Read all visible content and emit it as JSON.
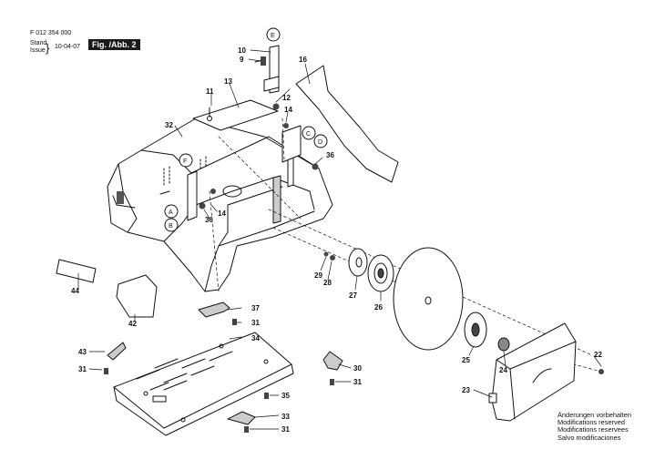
{
  "header": {
    "part_number": "F 012 354 000",
    "stand_label": "Stand",
    "issue_label": "Issue",
    "date": "10-04-07",
    "figure_label": "Fig. /Abb. 2"
  },
  "notice": {
    "lines": [
      "Änderungen vorbehalten",
      "Modifications reserved",
      "Modifications reservees",
      "Salvo modificaciones"
    ]
  },
  "callouts": {
    "letters": [
      "A",
      "B",
      "C",
      "D",
      "E",
      "F"
    ],
    "part_labels": [
      "9",
      "10",
      "11",
      "12",
      "13",
      "14",
      "14",
      "16",
      "22",
      "23",
      "24",
      "25",
      "26",
      "27",
      "28",
      "29",
      "30",
      "31",
      "31",
      "31",
      "31",
      "32",
      "33",
      "34",
      "35",
      "36",
      "36",
      "37",
      "42",
      "43",
      "44"
    ]
  }
}
